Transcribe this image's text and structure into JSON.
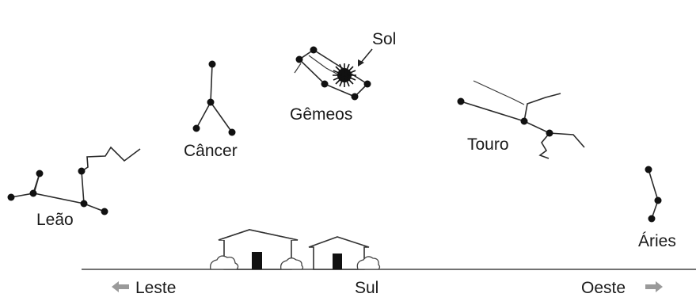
{
  "constellations": {
    "leao": "Leão",
    "cancer": "Câncer",
    "gemeos": "Gêmeos",
    "touro": "Touro",
    "aries": "Áries"
  },
  "sun": "Sol",
  "directions": {
    "east": "Leste",
    "south": "Sul",
    "west": "Oeste"
  }
}
